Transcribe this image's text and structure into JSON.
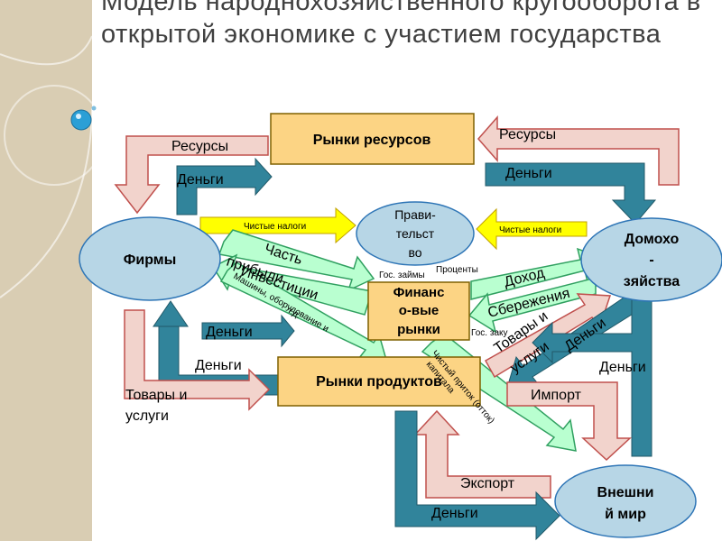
{
  "title": "Модель народнохозяйственного кругооборота в открытой экономике с участием государства",
  "nodes": {
    "resource_markets": "Рынки ресурсов",
    "firms": "Фирмы",
    "households_l1": "Домохо",
    "households_l2": "-",
    "households_l3": "зяйства",
    "government_l1": "Прави-",
    "government_l2": "тельст",
    "government_l3": "во",
    "financial_l1": "Финанс",
    "financial_l2": "о-вые",
    "financial_l3": "рынки",
    "product_markets": "Рынки продуктов",
    "foreign_l1": "Внешни",
    "foreign_l2": "й мир"
  },
  "flows": {
    "resources_left": "Ресурсы",
    "resources_right": "Ресурсы",
    "money_left": "Деньги",
    "money_right": "Деньги",
    "net_taxes_left": "Чистые налоги",
    "net_taxes_right": "Чистые налоги",
    "profit_l1": "Часть",
    "profit_l2": "прибыли",
    "investments": "Инвестиции",
    "machines_l1": "Машины, оборудование и",
    "machines_l2": "т.д.",
    "gov_loans": "Гос. займы",
    "interest": "Проценты",
    "income": "Доход",
    "savings": "Сбережения",
    "gov_purchases": "Гос. заку",
    "goods_services_right_l1": "Товары и",
    "goods_services_right_l2": "услуги",
    "money_diag": "Деньги",
    "money_firms_products": "Деньги",
    "money_firms_return": "Деньги",
    "goods_services_left_l1": "Товары и",
    "goods_services_left_l2": "услуги",
    "money_households_right": "Деньги",
    "import": "Импорт",
    "export": "Экспорт",
    "money_bottom": "Деньги",
    "net_capital_l1": "Чистый приток (отток)",
    "net_capital_l2": "капитала"
  },
  "colors": {
    "box_fill": "#fcd484",
    "ellipse_fill": "#b7d6e6",
    "teal_arrow": "#31849b",
    "pink_arrow": "#f2d3cc",
    "yellow_arrow": "#ffff00",
    "green_arrow": "#b9ffd0",
    "sidebar": "#d9cdb3"
  }
}
